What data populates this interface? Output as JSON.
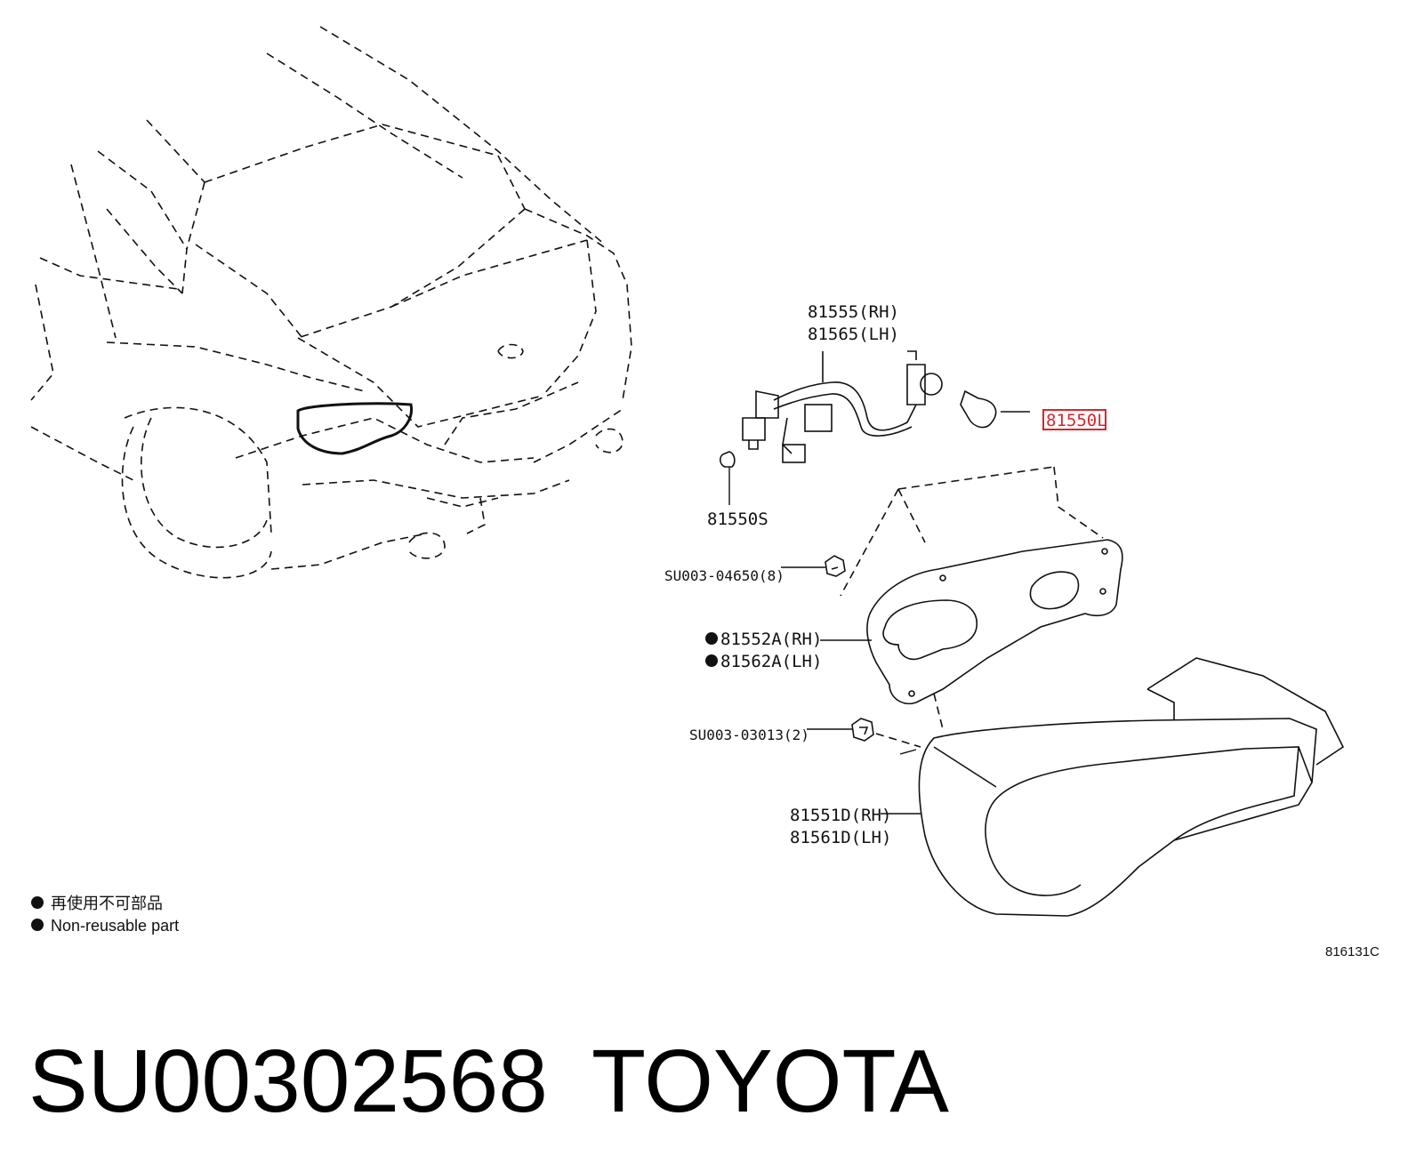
{
  "parts": {
    "harness_rh": "81555(RH)",
    "harness_lh": "81565(LH)",
    "bulb_l": "81550L",
    "bulb_s": "81550S",
    "clip": "SU003-04650(8)",
    "gasket_rh": "81552A(RH)",
    "gasket_lh": "81562A(LH)",
    "nut": "SU003-03013(2)",
    "lamp_rh": "81551D(RH)",
    "lamp_lh": "81561D(LH)"
  },
  "legend": {
    "jp": "再使用不可部品",
    "en": "Non-reusable part"
  },
  "figure_code": "816131C",
  "caption": {
    "part_number": "SU00302568",
    "brand": "TOYOTA"
  },
  "colors": {
    "highlight": "#d9252b"
  }
}
